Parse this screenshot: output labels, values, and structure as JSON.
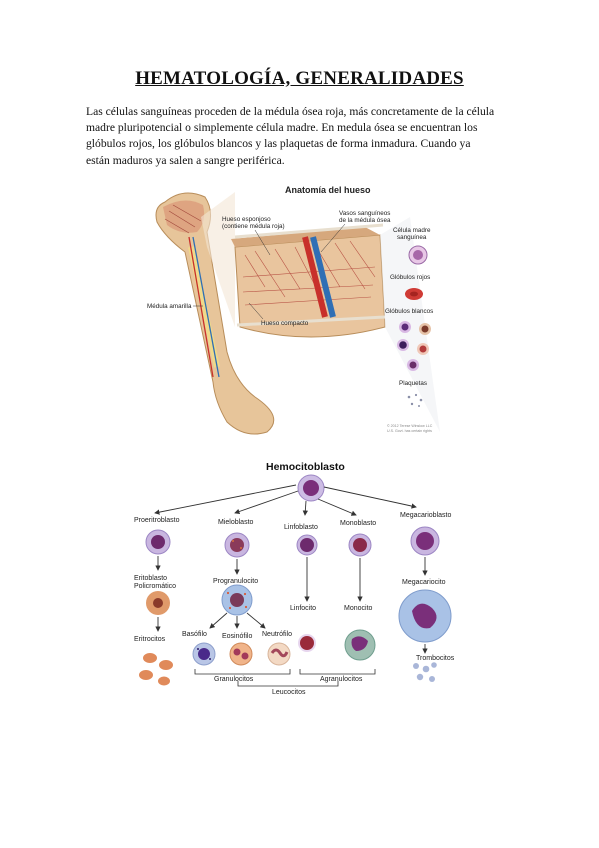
{
  "document": {
    "title": "HEMATOLOGÍA, GENERALIDADES",
    "intro_lines": [
      "Las células sanguíneas proceden de la médula ósea roja, más concretamente de la célula",
      "madre pluripotencial o simplemente célula madre. En medula ósea se encuentran los",
      "glóbulos rojos, los glóbulos blancos y las plaquetas de forma inmadura. Cuando ya",
      "están maduros ya salen a sangre periférica."
    ]
  },
  "bone_figure": {
    "title": "Anatomía del hueso",
    "labels": {
      "spongy_1": "Hueso esponjoso",
      "spongy_2": "(contiene médula roja)",
      "vessels_1": "Vasos sanguíneos",
      "vessels_2": "de la médula ósea",
      "stem_1": "Célula madre",
      "stem_2": "sanguínea",
      "red": "Glóbulos rojos",
      "white": "Glóbulos blancos",
      "platelets": "Plaquetas",
      "yellow": "Médula amarilla",
      "compact": "Hueso compacto",
      "copyright_1": "© 2012 Terese Winslow LLC",
      "copyright_2": "U.S. Govt. has certain rights"
    },
    "colors": {
      "bone": "#e7c59a",
      "marrow": "#c44a3f",
      "vessel_red": "#c8302b",
      "vessel_blue": "#2f6fb5",
      "cell_purple": "#7b3f7f"
    }
  },
  "hematopoiesis": {
    "root": "Hemocitoblasto",
    "labels": {
      "proeritroblasto": "Proeritroblasto",
      "mieloblasto": "Mieloblasto",
      "linfoblasto": "Linfoblasto",
      "monoblasto": "Monoblasto",
      "megacarioblasto": "Megacarioblasto",
      "eritoblasto_1": "Eritoblasto",
      "eritoblasto_2": "Policromático",
      "progranulocito": "Progranulocito",
      "megacariocito": "Megacariocito",
      "linfocito": "Linfocito",
      "monocito": "Monocito",
      "basofilo": "Basófilo",
      "eosinofilo": "Eosinófilo",
      "neutrofilo": "Neutrófilo",
      "eritrocitos": "Eritrocitos",
      "granulocitos": "Granulocitos",
      "agranulocitos": "Agranulocitos",
      "leucocitos": "Leucocitos",
      "trombocitos": "Trombocitos"
    },
    "colors": {
      "cell_membrane": "#b9a6d6",
      "nucleus": "#7a2f7a",
      "granule_red": "#d85c3a",
      "rbc": "#e08a5a",
      "platelet": "#a9b6d8"
    }
  }
}
